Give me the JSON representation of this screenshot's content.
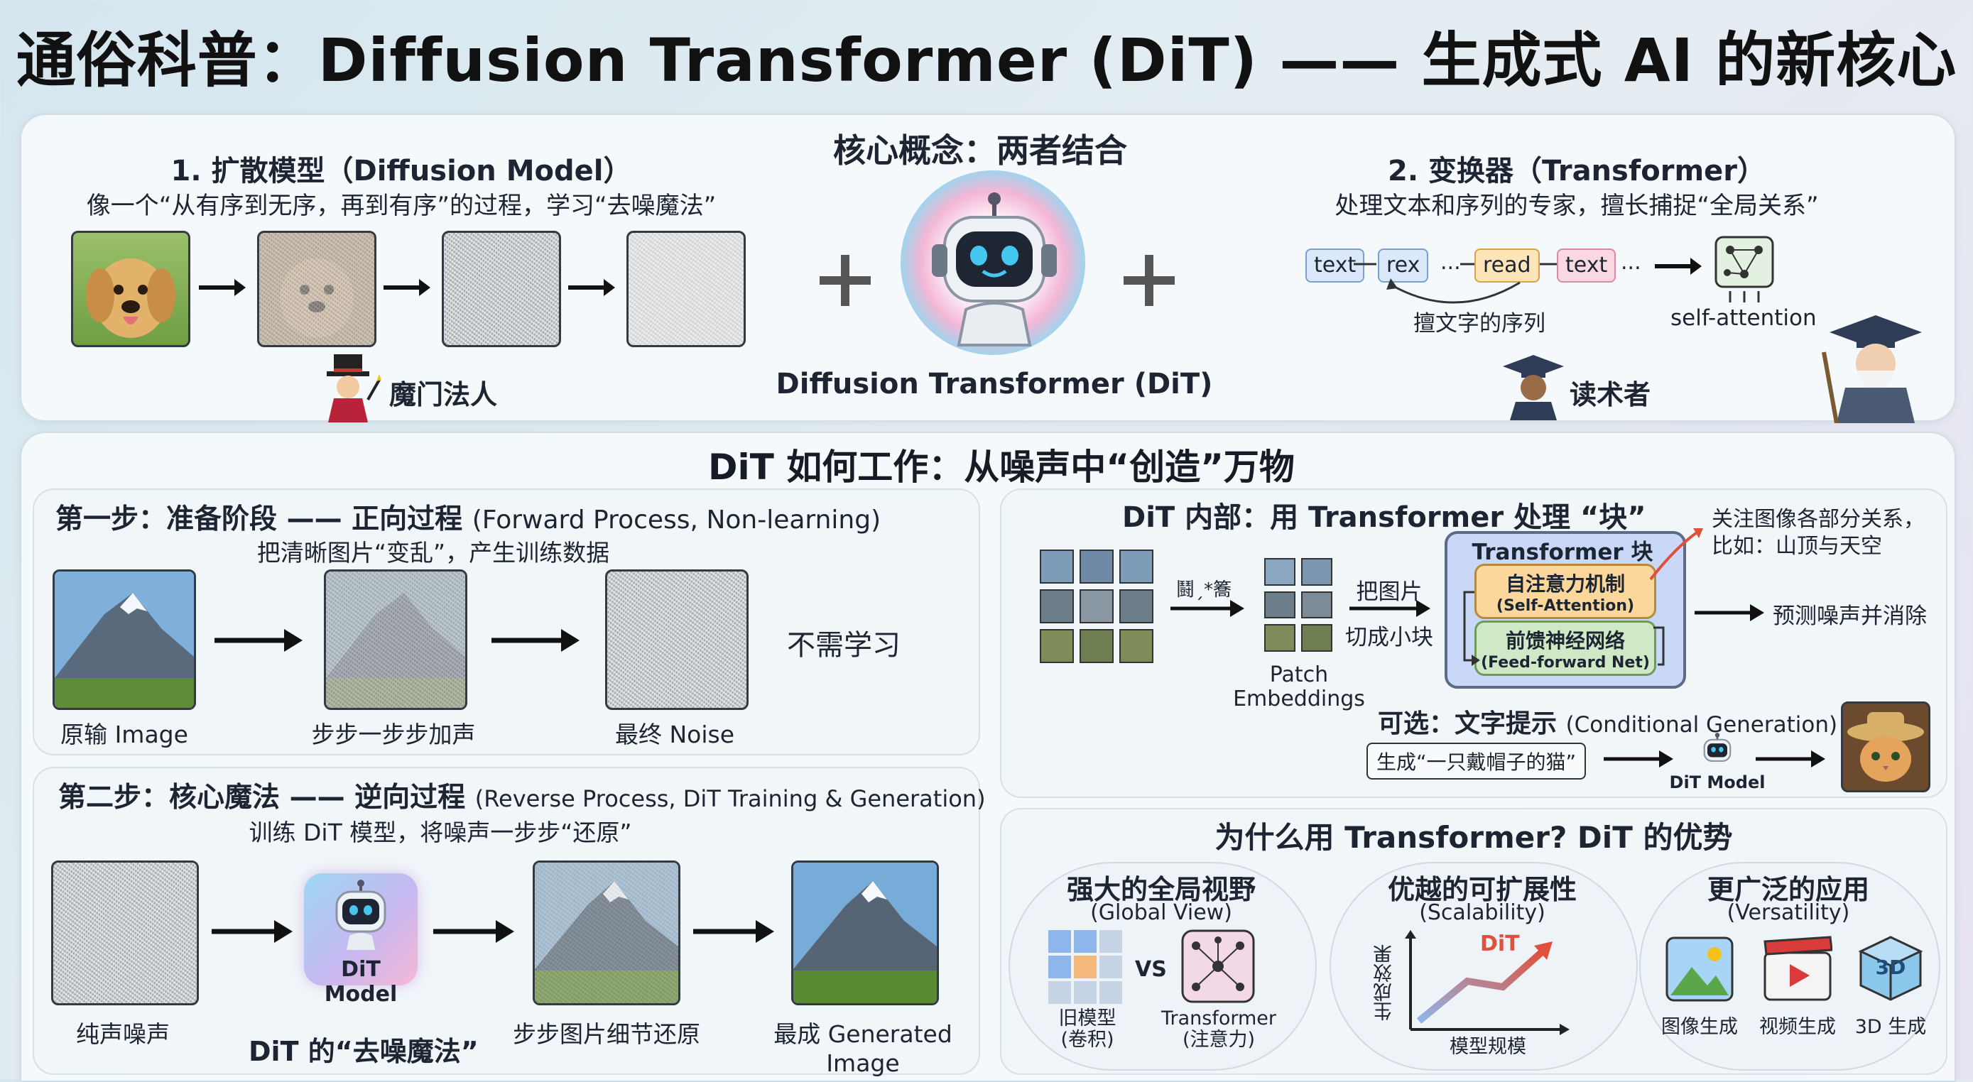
{
  "title": "通俗科普：Diffusion Transformer (DiT) —— 生成式 AI 的新核心",
  "top": {
    "diffusion": {
      "heading": "1. 扩散模型（Diffusion Model）",
      "subtitle": "像一个“从有序到无序，再到有序”的过程，学习“去噪魔法”",
      "character_label": "魔门法人"
    },
    "core": {
      "heading": "核心概念：两者结合",
      "robot_label": "Diffusion Transformer (DiT)"
    },
    "transformer": {
      "heading": "2. 变换器（Transformer）",
      "subtitle": "处理文本和序列的专家，擅长捕捉“全局关系”",
      "tokens": [
        "text",
        "rex",
        "read",
        "text"
      ],
      "ellipsis": "...",
      "sequence_label": "擅文字的序列",
      "attention_label": "self-attention",
      "character_label": "读术者"
    }
  },
  "how": {
    "heading": "DiT 如何工作：从噪声中“创造”万物",
    "step1": {
      "heading": "第一步：准备阶段 —— 正向过程",
      "heading_en": "(Forward Process, Non-learning)",
      "subtitle": "把清晰图片“变乱”，产生训练数据",
      "labels": [
        "原输 Image",
        "步步一步步加声",
        "最终 Noise"
      ],
      "note": "不需学习"
    },
    "step2": {
      "heading": "第二步：核心魔法 —— 逆向过程",
      "heading_en": "(Reverse Process, DiT Training & Generation)",
      "subtitle": "训练 DiT 模型，将噪声一步步“还原”",
      "labels": [
        "纯声噪声",
        "步步图片细节还原",
        "最成 Generated Image"
      ],
      "model_label": "DiT Model",
      "magic_label": "DiT 的“去噪魔法”"
    },
    "inside": {
      "heading": "DiT 内部：用 Transformer 处理 “块”",
      "arrow1_label": "鬪ˏ*簥",
      "patch_label": "Patch\nEmbeddings",
      "cut_label1": "把图片",
      "cut_label2": "切成小块",
      "block_title": "Transformer 块",
      "attn_cn": "自注意力机制",
      "attn_en": "(Self-Attention)",
      "ffn_cn": "前馈神经网络",
      "ffn_en": "(Feed-forward Net)",
      "note1": "关注图像各部分关系，",
      "note2": "比如：山顶与天空",
      "predict_label": "预测噪声并消除",
      "cond_heading": "可选：文字提示",
      "cond_heading_en": "(Conditional Generation)",
      "prompt": "生成“一只戴帽子的猫”",
      "model_label": "DiT Model"
    },
    "why": {
      "heading": "为什么用 Transformer?  DiT 的优势",
      "items": [
        {
          "title": "强大的全局视野",
          "en": "(Global View)",
          "left_label": "旧模型\n(卷积)",
          "vs": "VS",
          "right_label": "Transformer\n(注意力)"
        },
        {
          "title": "优越的可扩展性",
          "en": "(Scalability)",
          "y_label": "生成效果",
          "x_label": "模型规模",
          "curve_label": "DiT"
        },
        {
          "title": "更广泛的应用",
          "en": "(Versatility)",
          "apps": [
            "图像生成",
            "视频生成",
            "3D 生成"
          ],
          "cube_text": "3D"
        }
      ]
    }
  },
  "colors": {
    "accent_red": "#e0503c",
    "token_blue": "#dbe8fb",
    "token_orange": "#fde5b8",
    "token_pink": "#f9d8e2",
    "block_blue": "#c9d8f6",
    "orange_box": "#fbd79b",
    "green_box": "#cfe8c5"
  }
}
